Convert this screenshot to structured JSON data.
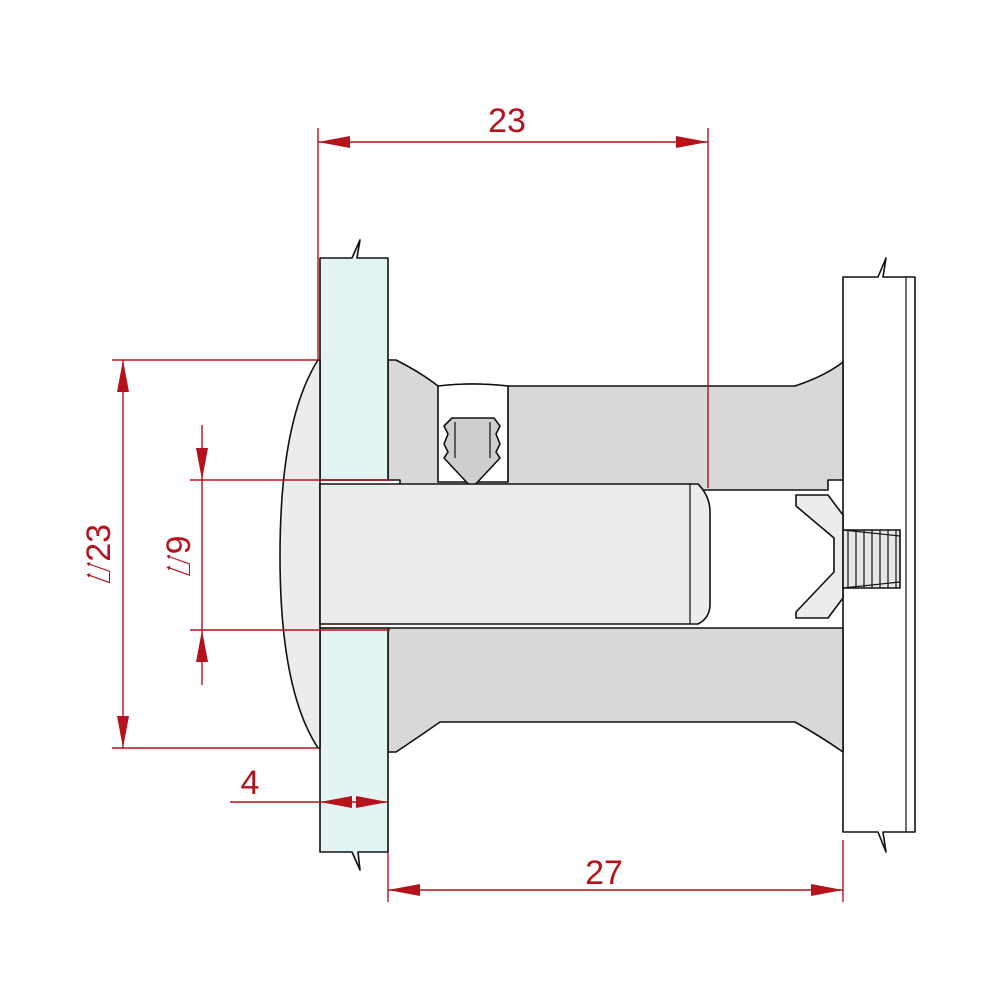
{
  "dimensions": {
    "top_width": "23",
    "bottom_width": "27",
    "outer_diameter": "⌰23",
    "inner_diameter": "⌰9",
    "glass_thickness": "4"
  },
  "colors": {
    "dimension": "#b5121b",
    "glass": "#e3f4f5",
    "metal": "#d8d8d8",
    "pin": "#ececec",
    "outline": "#111111"
  }
}
